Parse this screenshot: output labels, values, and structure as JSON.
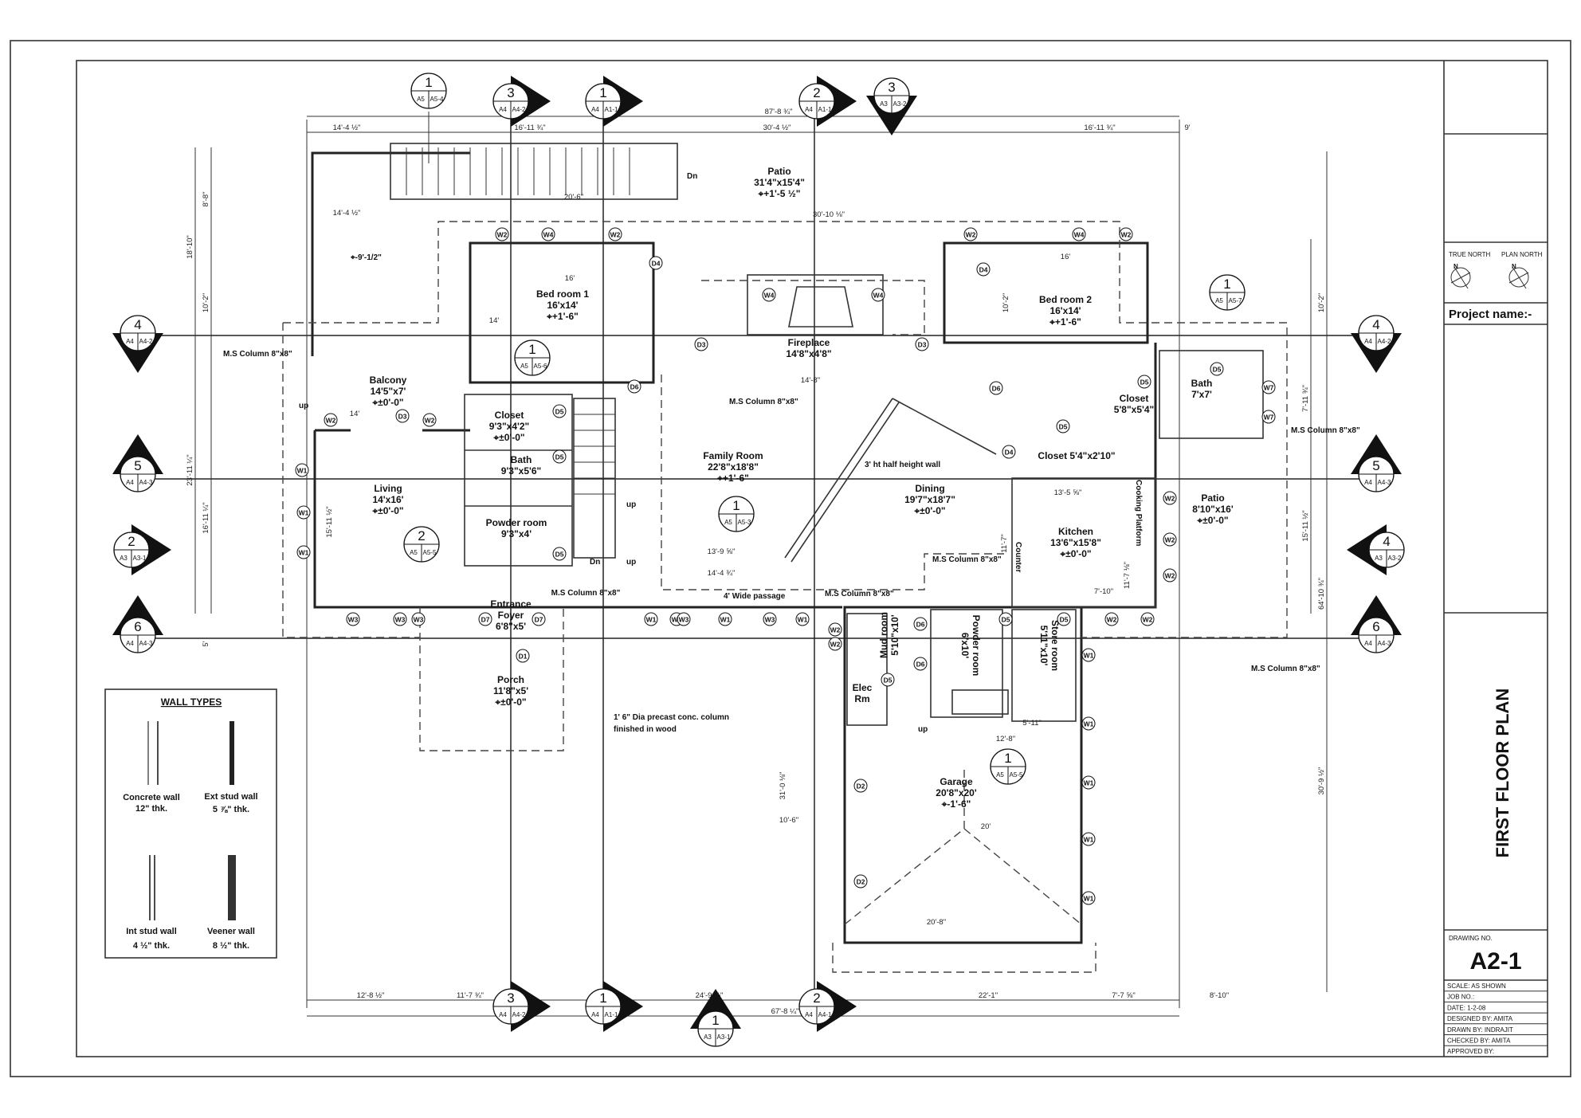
{
  "sheet": {
    "title": "FIRST FLOOR PLAN",
    "true_north_label": "TRUE NORTH",
    "plan_north_label": "PLAN NORTH",
    "north_letter": "N",
    "project_name_label": "Project name:-",
    "drawing_no_label": "DRAWING NO.",
    "drawing_no": "A2-1",
    "rows": [
      "SCALE:   AS SHOWN",
      "JOB NO.:",
      "DATE: 1-2-08",
      "DESIGNED BY: AMITA",
      "DRAWN BY:  INDRAJIT",
      "CHECKED BY: AMITA",
      "APPROVED BY:"
    ]
  },
  "wall_types": {
    "title": "WALL TYPES",
    "items": [
      {
        "name": "Concrete wall",
        "thickness": "12\" thk."
      },
      {
        "name": "Ext  stud wall",
        "thickness": "5 ⅞\" thk."
      },
      {
        "name": "Int  stud wall",
        "thickness": "4 ½\" thk."
      },
      {
        "name": "Veener wall",
        "thickness": "8 ½\" thk."
      }
    ]
  },
  "rooms": [
    {
      "lines": [
        "Patio",
        "31'4\"x15'4\"",
        "⌖+1'-5 ½\""
      ]
    },
    {
      "lines": [
        "Bed room 1",
        "16'x14'",
        "⌖+1'-6\""
      ]
    },
    {
      "lines": [
        "Bed room 2",
        "16'x14'",
        "⌖+1'-6\""
      ]
    },
    {
      "lines": [
        "Fireplace",
        "14'8\"x4'8\""
      ]
    },
    {
      "lines": [
        "Balcony",
        "14'5\"x7'",
        "⌖±0'-0\""
      ]
    },
    {
      "lines": [
        "Closet",
        "9'3\"x4'2\"",
        "⌖±0'-0\""
      ]
    },
    {
      "lines": [
        "Bath",
        "9'3\"x5'6\""
      ]
    },
    {
      "lines": [
        "Powder room",
        "9'3\"x4'"
      ]
    },
    {
      "lines": [
        "Living",
        "14'x16'",
        "⌖±0'-0\""
      ]
    },
    {
      "lines": [
        "Family Room",
        "22'8\"x18'8\"",
        "⌖+1'-6\""
      ]
    },
    {
      "lines": [
        "Dining",
        "19'7\"x18'7\"",
        "⌖±0'-0\""
      ]
    },
    {
      "lines": [
        "Closet",
        "5'8\"x5'4\""
      ]
    },
    {
      "lines": [
        "Bath",
        "7'x7'"
      ]
    },
    {
      "lines": [
        "Closet 5'4\"x2'10\""
      ]
    },
    {
      "lines": [
        "Kitchen",
        "13'6\"x15'8\"",
        "⌖±0'-0\""
      ]
    },
    {
      "lines": [
        "Patio",
        "8'10\"x16'",
        "⌖±0'-0\""
      ]
    },
    {
      "lines": [
        "Entrance",
        "Foyer",
        "6'8\"x5'"
      ]
    },
    {
      "lines": [
        "Porch",
        "11'8\"x5'",
        "⌖±0'-0\""
      ]
    },
    {
      "lines": [
        "Elec",
        "Rm"
      ]
    },
    {
      "lines": [
        "Garage",
        "20'8\"x20'",
        "⌖-1'-6\""
      ]
    },
    {
      "lines": [
        "Mud room",
        "5'10\"x10'"
      ]
    },
    {
      "lines": [
        "Powder room",
        "6'x10'"
      ]
    },
    {
      "lines": [
        "Store room",
        "5'11\"x10'"
      ]
    }
  ],
  "notes": [
    "M.S Column 8\"x8\"",
    "M.S Column 8\"x8\"",
    "M.S Column 8\"x8\"",
    "M.S Column 8\"x8\"",
    "M.S Column 8\"x8\"",
    "M.S Column 8\"x8\"",
    "M.S Column 8\"x8\"",
    "3' ht half height wall",
    "4' Wide passage",
    "1' 6\" Dia precast conc. column",
    "finished in wood",
    "Counter",
    "Cooking Platform",
    "Dn",
    "up",
    "up",
    "up",
    "Dn",
    "up",
    "⌖-9'-1/2\""
  ],
  "markers": [
    {
      "num": "1",
      "ref1": "A5",
      "ref2": "A5-4"
    },
    {
      "num": "3",
      "ref1": "A4",
      "ref2": "A4-2"
    },
    {
      "num": "1",
      "ref1": "A4",
      "ref2": "A1-1"
    },
    {
      "num": "2",
      "ref1": "A4",
      "ref2": "A1-1"
    },
    {
      "num": "3",
      "ref1": "A3",
      "ref2": "A3-2"
    },
    {
      "num": "3",
      "ref1": "A4",
      "ref2": "A4-2"
    },
    {
      "num": "1",
      "ref1": "A4",
      "ref2": "A1-1"
    },
    {
      "num": "2",
      "ref1": "A4",
      "ref2": "A4-1"
    },
    {
      "num": "1",
      "ref1": "A3",
      "ref2": "A3-1"
    },
    {
      "num": "4",
      "ref1": "A4",
      "ref2": "A4-2"
    },
    {
      "num": "5",
      "ref1": "A4",
      "ref2": "A4-3"
    },
    {
      "num": "2",
      "ref1": "A3",
      "ref2": "A3-1"
    },
    {
      "num": "6",
      "ref1": "A4",
      "ref2": "A4-3"
    },
    {
      "num": "4",
      "ref1": "A4",
      "ref2": "A4-2"
    },
    {
      "num": "5",
      "ref1": "A4",
      "ref2": "A4-3"
    },
    {
      "num": "4",
      "ref1": "A3",
      "ref2": "A3-2"
    },
    {
      "num": "6",
      "ref1": "A4",
      "ref2": "A4-3"
    },
    {
      "num": "1",
      "ref1": "A5",
      "ref2": "A5-6"
    },
    {
      "num": "2",
      "ref1": "A5",
      "ref2": "A5-5"
    },
    {
      "num": "1",
      "ref1": "A5",
      "ref2": "A5-3"
    },
    {
      "num": "1",
      "ref1": "A5",
      "ref2": "A5-7"
    },
    {
      "num": "1",
      "ref1": "A5",
      "ref2": "A5-5"
    }
  ],
  "tags": [
    "W2",
    "W4",
    "W2",
    "D4",
    "W4",
    "W4",
    "D3",
    "D3",
    "D6",
    "D6",
    "W2",
    "W4",
    "W2",
    "D4",
    "D5",
    "D5",
    "D5",
    "W7",
    "W7",
    "D4",
    "W2",
    "D3",
    "W2",
    "W1",
    "W1",
    "W1",
    "D5",
    "D5",
    "D5",
    "W2",
    "W2",
    "W2",
    "W1",
    "W3",
    "W3",
    "W3",
    "W3",
    "W1",
    "W3",
    "W1",
    "W3",
    "W1",
    "W2",
    "W2",
    "D7",
    "D7",
    "D1",
    "D6",
    "D6",
    "D5",
    "D5",
    "D5",
    "W2",
    "W2",
    "W1",
    "W1",
    "W1",
    "W1",
    "D2",
    "D2"
  ],
  "dimensions": {
    "top": [
      "87'-8 ¾\"",
      "14'-4 ½\"",
      "16'-11 ¾\"",
      "30'-4 ½\"",
      "16'-11 ¾\"",
      "9'",
      "20'-6\"",
      "30'-10 ⅛\"",
      "14'-4 ½\""
    ],
    "bottom": [
      "12'-8 ½\"",
      "11'-7 ¾\"",
      "24'-9 ⅝\"",
      "22'-1\"",
      "7'-7 ⅝\"",
      "8'-10\"",
      "67'-8 ¼\""
    ],
    "left": [
      "18'-10\"",
      "8'-8\"",
      "10'-2\"",
      "23'-11 ¼\"",
      "16'-11 ¼\"",
      "5'"
    ],
    "right": [
      "10'-2\"",
      "7'-11 ¾\"",
      "15'-11 ½\"",
      "64'-10 ¾\"",
      "30'-9 ½\""
    ],
    "interior": [
      "16'",
      "14'",
      "14'",
      "15'-11 ½\"",
      "14'-8\"",
      "16'",
      "10'-2\"",
      "31'-0 ⅛\"",
      "20'-8\"",
      "20'",
      "10'-6\"",
      "13'-9 ⅝\"",
      "14'-4 ¾\"",
      "12'-8\"",
      "5'-11\"",
      "13'-5 ⅝\"",
      "11'-7\"",
      "7'-10\"",
      "11'-7 ⅛\""
    ]
  }
}
